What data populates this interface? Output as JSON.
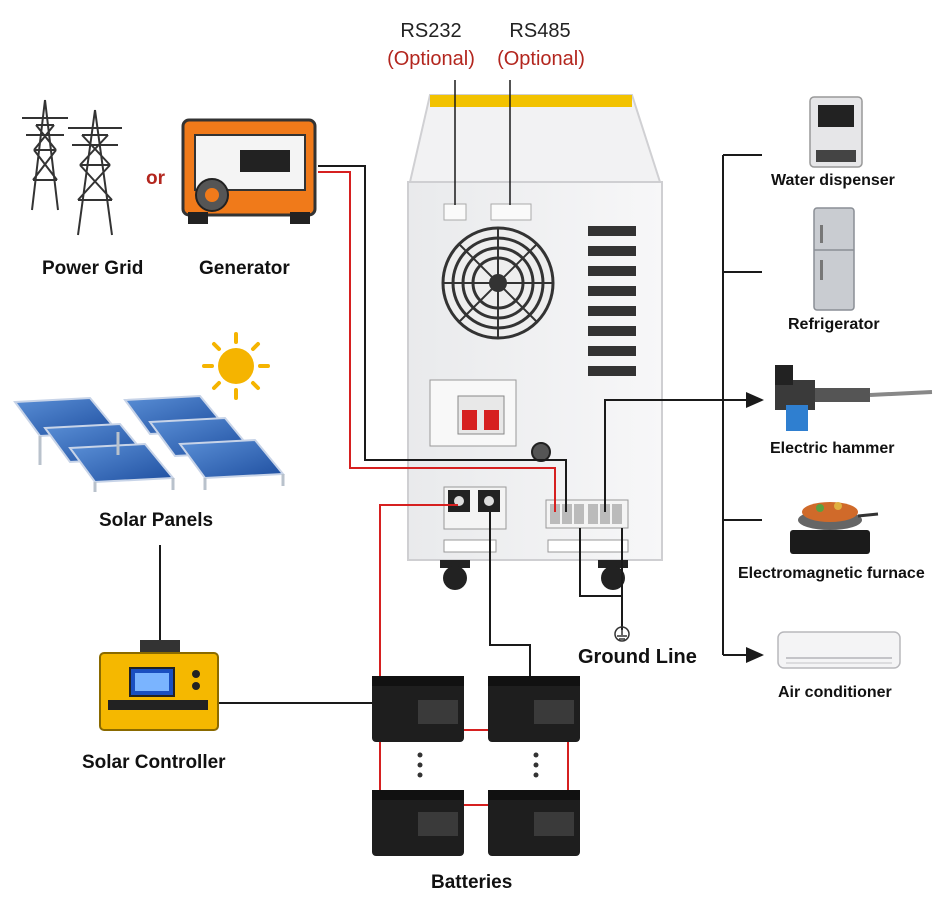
{
  "ports": {
    "rs232": "RS232",
    "rs485": "RS485",
    "optional": "(Optional)"
  },
  "sources": {
    "power_grid": "Power Grid",
    "or": "or",
    "generator": "Generator",
    "solar_panels": "Solar Panels",
    "solar_controller": "Solar Controller",
    "batteries": "Batteries"
  },
  "ground_line": "Ground Line",
  "loads": [
    {
      "label": "Water dispenser"
    },
    {
      "label": "Refrigerator"
    },
    {
      "label": "Electric hammer"
    },
    {
      "label": "Electromagnetic furnace"
    },
    {
      "label": "Air conditioner"
    }
  ],
  "colors": {
    "wire_red": "#d62020",
    "wire_black": "#1a1a1a",
    "accent_yellow": "#f2c200",
    "text_red": "#b3261e"
  }
}
